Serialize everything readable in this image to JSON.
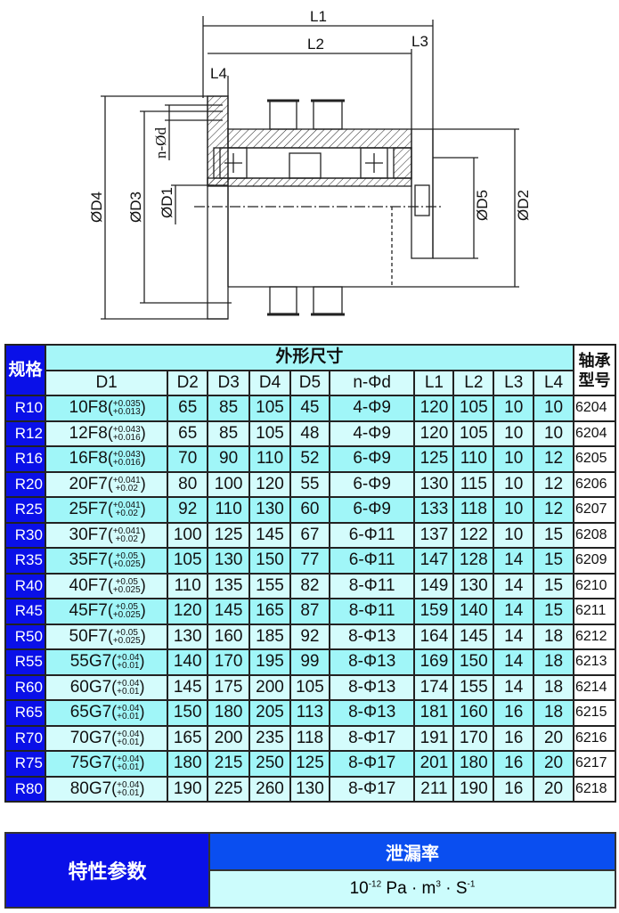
{
  "drawing": {
    "labels": {
      "L1": "L1",
      "L2": "L2",
      "L3": "L3",
      "L4": "L4",
      "D1": "ØD1",
      "D2": "ØD2",
      "D3": "ØD3",
      "D4": "ØD4",
      "D5": "ØD5",
      "nd": "n-Ød"
    }
  },
  "spec_table": {
    "spec_header": "规格",
    "dims_header": "外形尺寸",
    "bearing_header_1": "轴承",
    "bearing_header_2": "型号",
    "columns": [
      "D1",
      "D2",
      "D3",
      "D4",
      "D5",
      "n-Φd",
      "L1",
      "L2",
      "L3",
      "L4"
    ],
    "rows": [
      {
        "spec": "R10",
        "d1": "10F8",
        "up": "+0.035",
        "lo": "+0.013",
        "v": [
          "65",
          "85",
          "105",
          "45",
          "4-Φ9",
          "120",
          "105",
          "10",
          "10"
        ],
        "brg": "6204"
      },
      {
        "spec": "R12",
        "d1": "12F8",
        "up": "+0.043",
        "lo": "+0.016",
        "v": [
          "65",
          "85",
          "105",
          "48",
          "4-Φ9",
          "120",
          "105",
          "10",
          "10"
        ],
        "brg": "6204"
      },
      {
        "spec": "R16",
        "d1": "16F8",
        "up": "+0.043",
        "lo": "+0.016",
        "v": [
          "70",
          "90",
          "110",
          "52",
          "6-Φ9",
          "125",
          "110",
          "10",
          "12"
        ],
        "brg": "6205"
      },
      {
        "spec": "R20",
        "d1": "20F7",
        "up": "+0.041",
        "lo": "+0.02",
        "v": [
          "80",
          "100",
          "120",
          "55",
          "6-Φ9",
          "130",
          "115",
          "10",
          "12"
        ],
        "brg": "6206"
      },
      {
        "spec": "R25",
        "d1": "25F7",
        "up": "+0.041",
        "lo": "+0.02",
        "v": [
          "92",
          "110",
          "130",
          "60",
          "6-Φ9",
          "133",
          "118",
          "10",
          "12"
        ],
        "brg": "6207"
      },
      {
        "spec": "R30",
        "d1": "30F7",
        "up": "+0.041",
        "lo": "+0.02",
        "v": [
          "100",
          "125",
          "145",
          "67",
          "6-Φ11",
          "137",
          "122",
          "10",
          "15"
        ],
        "brg": "6208"
      },
      {
        "spec": "R35",
        "d1": "35F7",
        "up": "+0.05",
        "lo": "+0.025",
        "v": [
          "105",
          "130",
          "150",
          "77",
          "6-Φ11",
          "147",
          "128",
          "14",
          "15"
        ],
        "brg": "6209"
      },
      {
        "spec": "R40",
        "d1": "40F7",
        "up": "+0.05",
        "lo": "+0.025",
        "v": [
          "110",
          "135",
          "155",
          "82",
          "8-Φ11",
          "149",
          "130",
          "14",
          "15"
        ],
        "brg": "6210"
      },
      {
        "spec": "R45",
        "d1": "45F7",
        "up": "+0.05",
        "lo": "+0.025",
        "v": [
          "120",
          "145",
          "165",
          "87",
          "8-Φ11",
          "159",
          "140",
          "14",
          "15"
        ],
        "brg": "6211"
      },
      {
        "spec": "R50",
        "d1": "50F7",
        "up": "+0.05",
        "lo": "+0.025",
        "v": [
          "130",
          "160",
          "185",
          "92",
          "8-Φ13",
          "164",
          "145",
          "14",
          "18"
        ],
        "brg": "6212"
      },
      {
        "spec": "R55",
        "d1": "55G7",
        "up": "+0.04",
        "lo": "+0.01",
        "v": [
          "140",
          "170",
          "195",
          "99",
          "8-Φ13",
          "169",
          "150",
          "14",
          "18"
        ],
        "brg": "6213"
      },
      {
        "spec": "R60",
        "d1": "60G7",
        "up": "+0.04",
        "lo": "+0.01",
        "v": [
          "145",
          "175",
          "200",
          "105",
          "8-Φ13",
          "174",
          "155",
          "14",
          "18"
        ],
        "brg": "6214"
      },
      {
        "spec": "R65",
        "d1": "65G7",
        "up": "+0.04",
        "lo": "+0.01",
        "v": [
          "150",
          "180",
          "205",
          "113",
          "8-Φ13",
          "181",
          "160",
          "16",
          "18"
        ],
        "brg": "6215"
      },
      {
        "spec": "R70",
        "d1": "70G7",
        "up": "+0.04",
        "lo": "+0.01",
        "v": [
          "165",
          "200",
          "235",
          "118",
          "8-Φ17",
          "191",
          "170",
          "16",
          "20"
        ],
        "brg": "6216"
      },
      {
        "spec": "R75",
        "d1": "75G7",
        "up": "+0.04",
        "lo": "+0.01",
        "v": [
          "180",
          "215",
          "250",
          "125",
          "8-Φ17",
          "201",
          "180",
          "16",
          "20"
        ],
        "brg": "6217"
      },
      {
        "spec": "R80",
        "d1": "80G7",
        "up": "+0.04",
        "lo": "+0.01",
        "v": [
          "190",
          "225",
          "260",
          "130",
          "8-Φ17",
          "211",
          "190",
          "16",
          "20"
        ],
        "brg": "6218"
      }
    ]
  },
  "param_table": {
    "label": "特性参数",
    "header": "泄漏率",
    "value_base": "10",
    "value_exp": "-12",
    "value_unit1": " Pa · m",
    "value_exp2": "3",
    "value_unit2": " · S",
    "value_exp3": "-1"
  }
}
